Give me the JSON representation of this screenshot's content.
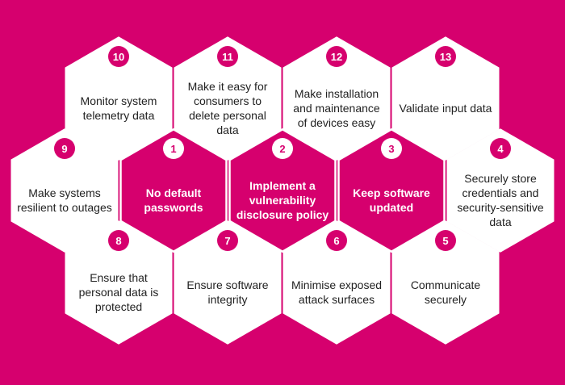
{
  "colors": {
    "background": "#D6006E",
    "hex_light": "#FFFFFF",
    "hex_dark": "#D6006E",
    "hex_dark_outline": "#FFFFFF",
    "badge_on_light": "#D6006E",
    "badge_on_dark": "#FFFFFF",
    "text_on_light": "#222222",
    "text_on_dark": "#FFFFFF"
  },
  "hexes": [
    {
      "number": "1",
      "label": "No default passwords",
      "style": "dark"
    },
    {
      "number": "2",
      "label": "Implement a vulnerability disclosure policy",
      "style": "dark"
    },
    {
      "number": "3",
      "label": "Keep software updated",
      "style": "dark"
    },
    {
      "number": "4",
      "label": "Securely store credentials and security-sensitive data",
      "style": "light"
    },
    {
      "number": "5",
      "label": "Communicate securely",
      "style": "light"
    },
    {
      "number": "6",
      "label": "Minimise exposed attack surfaces",
      "style": "light"
    },
    {
      "number": "7",
      "label": "Ensure software integrity",
      "style": "light"
    },
    {
      "number": "8",
      "label": "Ensure that personal data is protected",
      "style": "light"
    },
    {
      "number": "9",
      "label": "Make systems resilient to outages",
      "style": "light"
    },
    {
      "number": "10",
      "label": "Monitor system telemetry data",
      "style": "light"
    },
    {
      "number": "11",
      "label": "Make it easy for consumers to delete personal data",
      "style": "light"
    },
    {
      "number": "12",
      "label": "Make installation and maintenance of devices easy",
      "style": "light"
    },
    {
      "number": "13",
      "label": "Validate input data",
      "style": "light"
    }
  ]
}
